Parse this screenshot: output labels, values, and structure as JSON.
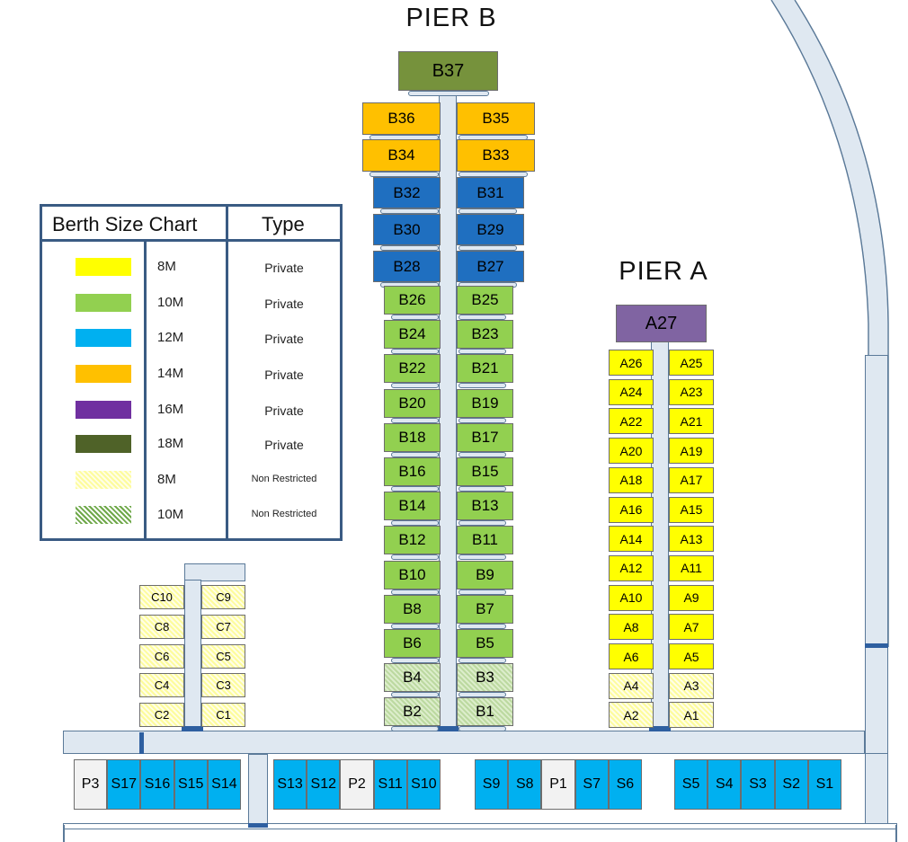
{
  "pier_b_title": "PIER B",
  "pier_a_title": "PIER A",
  "colors": {
    "yellow": "#ffff00",
    "green": "#92d050",
    "blue": "#00b0f0",
    "orange": "#ffc000",
    "purple": "#7030a0",
    "darkgreen": "#4f6228",
    "olive": "#76923c",
    "steelblue": "#1f6fc0",
    "lavender": "#8064a2",
    "walkway": "#dfe8f1"
  },
  "legend": {
    "header_size": "Berth Size Chart",
    "header_type": "Type",
    "rows": [
      {
        "size": "8M",
        "type": "Private",
        "swatch": "#ffff00"
      },
      {
        "size": "10M",
        "type": "Private",
        "swatch": "#92d050"
      },
      {
        "size": "12M",
        "type": "Private",
        "swatch": "#00b0f0"
      },
      {
        "size": "14M",
        "type": "Private",
        "swatch": "#ffc000"
      },
      {
        "size": "16M",
        "type": "Private",
        "swatch": "#7030a0"
      },
      {
        "size": "18M",
        "type": "Private",
        "swatch": "#4f6228"
      },
      {
        "size": "8M",
        "type": "Non Restricted",
        "swatch": "pattern-yellow"
      },
      {
        "size": "10M",
        "type": "Non Restricted",
        "swatch": "pattern-green"
      }
    ]
  },
  "pier_b": {
    "head": "B37",
    "rows": [
      [
        "B36",
        "B35"
      ],
      [
        "B34",
        "B33"
      ],
      [
        "B32",
        "B31"
      ],
      [
        "B30",
        "B29"
      ],
      [
        "B28",
        "B27"
      ],
      [
        "B26",
        "B25"
      ],
      [
        "B24",
        "B23"
      ],
      [
        "B22",
        "B21"
      ],
      [
        "B20",
        "B19"
      ],
      [
        "B18",
        "B17"
      ],
      [
        "B16",
        "B15"
      ],
      [
        "B14",
        "B13"
      ],
      [
        "B12",
        "B11"
      ],
      [
        "B10",
        "B9"
      ],
      [
        "B8",
        "B7"
      ],
      [
        "B6",
        "B5"
      ],
      [
        "B4",
        "B3"
      ],
      [
        "B2",
        "B1"
      ]
    ]
  },
  "pier_a": {
    "head": "A27",
    "rows": [
      [
        "A26",
        "A25"
      ],
      [
        "A24",
        "A23"
      ],
      [
        "A22",
        "A21"
      ],
      [
        "A20",
        "A19"
      ],
      [
        "A18",
        "A17"
      ],
      [
        "A16",
        "A15"
      ],
      [
        "A14",
        "A13"
      ],
      [
        "A12",
        "A11"
      ],
      [
        "A10",
        "A9"
      ],
      [
        "A8",
        "A7"
      ],
      [
        "A6",
        "A5"
      ],
      [
        "A4",
        "A3"
      ],
      [
        "A2",
        "A1"
      ]
    ]
  },
  "pier_c": {
    "rows": [
      [
        "C10",
        "C9"
      ],
      [
        "C8",
        "C7"
      ],
      [
        "C6",
        "C5"
      ],
      [
        "C4",
        "C3"
      ],
      [
        "C2",
        "C1"
      ]
    ]
  },
  "bottom_groups": [
    [
      "P3",
      "S17",
      "S16",
      "S15",
      "S14"
    ],
    [
      "S13",
      "S12",
      "P2",
      "S11",
      "S10"
    ],
    [
      "S9",
      "S8",
      "P1",
      "S7",
      "S6"
    ],
    [
      "S5",
      "S4",
      "S3",
      "S2",
      "S1"
    ]
  ]
}
